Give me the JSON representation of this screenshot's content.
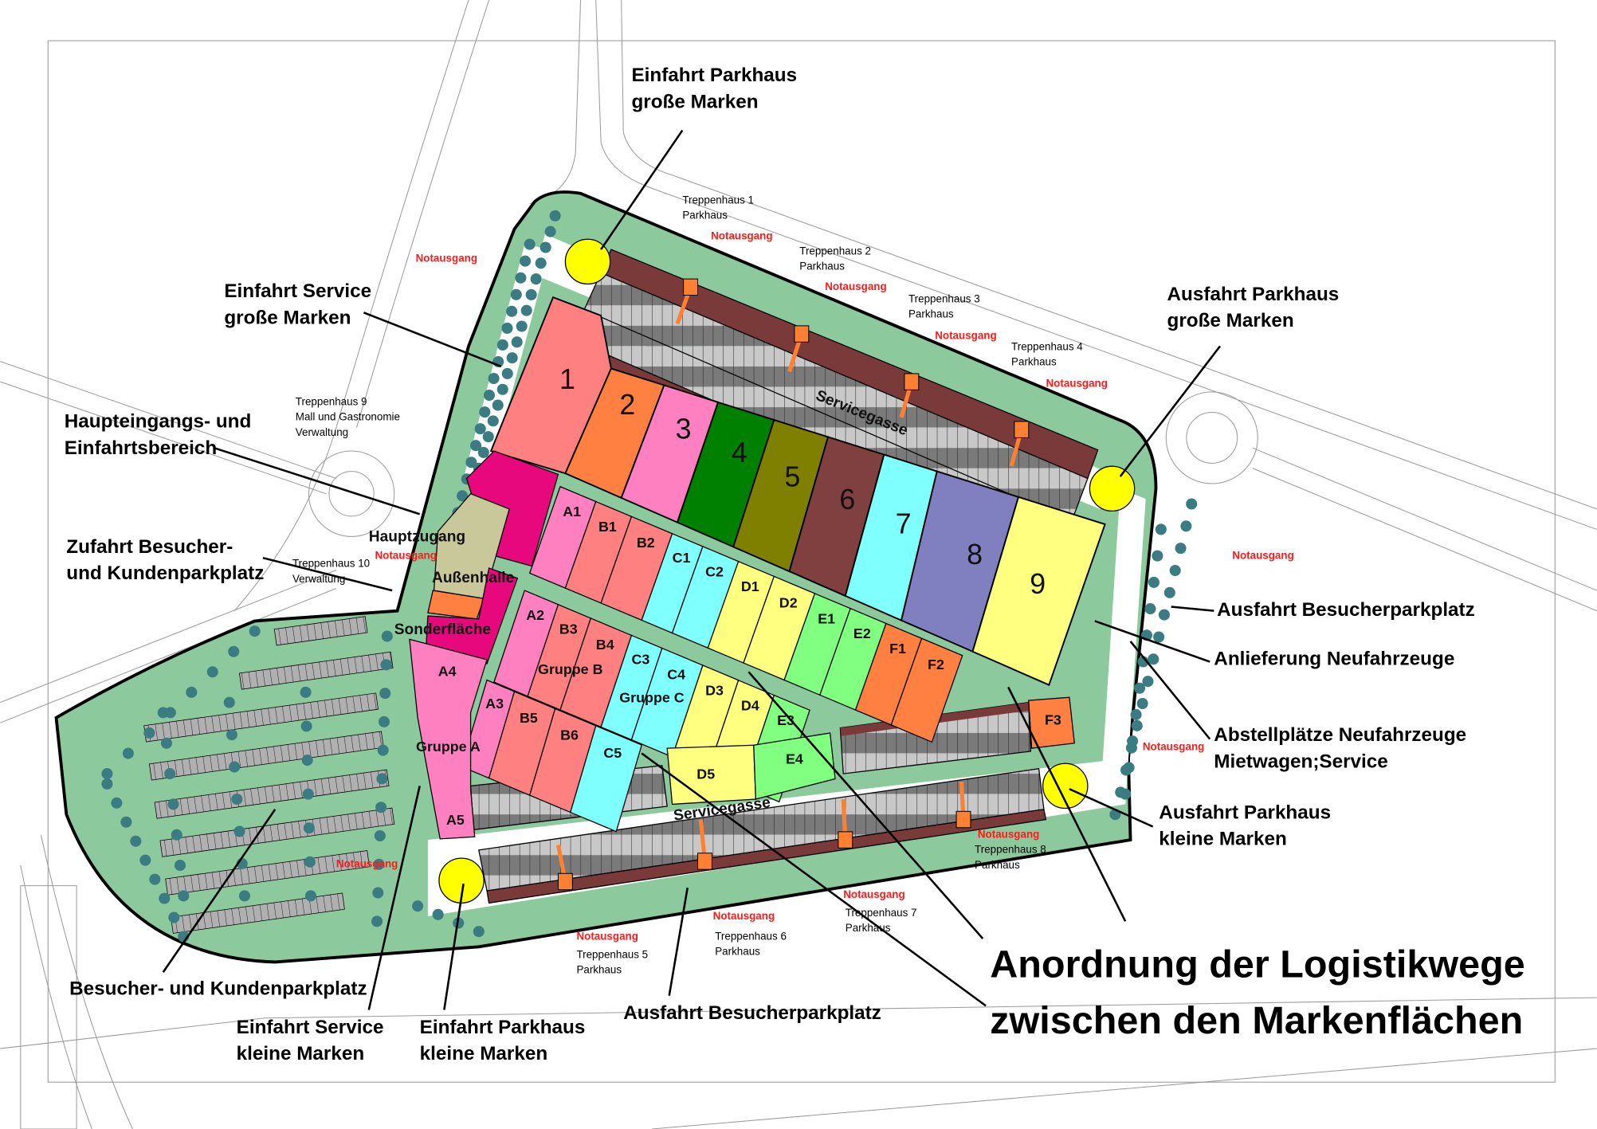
{
  "title": {
    "lines": [
      "Anordnung der Logistikwege",
      "zwischen den Markenflächen"
    ]
  },
  "callouts": {
    "einfahrt_parkhaus_gross": [
      "Einfahrt Parkhaus",
      "große Marken"
    ],
    "einfahrt_service_gross": [
      "Einfahrt Service",
      "große Marken"
    ],
    "haupteingang": [
      "Haupteingangs- und",
      "Einfahrtsbereich"
    ],
    "zufahrt_besucher": [
      "Zufahrt Besucher-",
      "und Kundenparkplatz"
    ],
    "besucherparkplatz": [
      "Besucher- und Kundenparkplatz"
    ],
    "einfahrt_service_klein": [
      "Einfahrt Service",
      "kleine Marken"
    ],
    "einfahrt_parkhaus_klein": [
      "Einfahrt Parkhaus",
      "kleine Marken"
    ],
    "ausfahrt_besucher_unten": [
      "Ausfahrt Besucherparkplatz"
    ],
    "ausfahrt_parkhaus_gross": [
      "Ausfahrt Parkhaus",
      "große Marken"
    ],
    "ausfahrt_besucher_rechts": [
      "Ausfahrt Besucherparkplatz"
    ],
    "anlieferung": [
      "Anlieferung Neufahrzeuge"
    ],
    "abstellplaetze": [
      "Abstellplätze Neufahrzeuge",
      "Mietwagen;Service"
    ],
    "ausfahrt_parkhaus_klein": [
      "Ausfahrt Parkhaus",
      "kleine Marken"
    ]
  },
  "areas": {
    "hauptzugang": "Hauptzugang",
    "aussenhalle": "Außenhalle",
    "sonderflaeche": "Sonderfläche",
    "servicegasse_top": "Servicegasse",
    "servicegasse_bottom": "Servicegasse"
  },
  "stairs": {
    "t1": [
      "Treppenhaus 1",
      "Parkhaus"
    ],
    "t2": [
      "Treppenhaus 2",
      "Parkhaus"
    ],
    "t3": [
      "Treppenhaus 3",
      "Parkhaus"
    ],
    "t4": [
      "Treppenhaus 4",
      "Parkhaus"
    ],
    "t5": [
      "Treppenhaus 5",
      "Parkhaus"
    ],
    "t6": [
      "Treppenhaus 6",
      "Parkhaus"
    ],
    "t7": [
      "Treppenhaus 7",
      "Parkhaus"
    ],
    "t8": [
      "Treppenhaus 8",
      "Parkhaus"
    ],
    "t9": [
      "Treppenhaus 9",
      "Mall und Gastronomie",
      "Verwaltung"
    ],
    "t10": [
      "Treppenhaus 10",
      "Verwaltung"
    ]
  },
  "emergency_exits": [
    "Notausgang",
    "Notausgang",
    "Notausgang",
    "Notausgang",
    "Notausgang",
    "Notausgang",
    "Notausgang",
    "Notausgang",
    "Notausgang",
    "Notausgang",
    "Notausgang",
    "Notausgang",
    "Notausgang"
  ],
  "blocks": [
    {
      "label": "1",
      "color": "#ff8080"
    },
    {
      "label": "2",
      "color": "#ff8040"
    },
    {
      "label": "3",
      "color": "#ff80c0"
    },
    {
      "label": "4",
      "color": "#008000"
    },
    {
      "label": "5",
      "color": "#808000"
    },
    {
      "label": "6",
      "color": "#804040"
    },
    {
      "label": "7",
      "color": "#80ffff"
    },
    {
      "label": "8",
      "color": "#8080c0"
    },
    {
      "label": "9",
      "color": "#ffff80"
    }
  ],
  "groups": {
    "A": {
      "label": "Gruppe A",
      "color": "#ff80c0"
    },
    "B": {
      "label": "Gruppe B",
      "color": "#ff8080"
    },
    "C": {
      "label": "Gruppe C",
      "color": "#80ffff"
    },
    "D": {
      "color": "#ffff80"
    },
    "E": {
      "color": "#80ff80"
    },
    "F": {
      "color": "#ff8040"
    }
  },
  "cells": {
    "row1": [
      "A1",
      "B1",
      "B2",
      "C1",
      "C2",
      "D1",
      "D2",
      "E1",
      "E2",
      "F1",
      "F2"
    ],
    "row2": [
      "A2",
      "B3",
      "B4",
      "C3",
      "C4",
      "D3",
      "D4",
      "E3"
    ],
    "row3": [
      "A3",
      "B5",
      "B6",
      "C5"
    ],
    "extra": [
      "D5",
      "E4",
      "F3",
      "A4",
      "A5"
    ]
  },
  "colors": {
    "green": "#8cc99c",
    "tree": "#3b7c82",
    "magenta": "#e8087e",
    "brown": "#7a3a3a",
    "yellow": "#ffff00",
    "stair": "#ff8030"
  }
}
